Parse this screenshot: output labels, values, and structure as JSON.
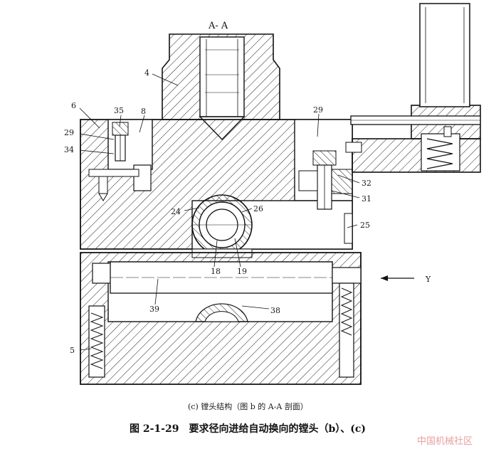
{
  "section_label": "A- A",
  "axis_label": "Y",
  "part_labels": {
    "p4": "4",
    "p6": "6",
    "p35": "35",
    "p8": "8",
    "p29_left": "29",
    "p34": "34",
    "p29_right": "29",
    "p32": "32",
    "p31": "31",
    "p24": "24",
    "p26": "26",
    "p25": "25",
    "p18": "18",
    "p19": "19",
    "p39": "39",
    "p38": "38",
    "p5": "5"
  },
  "sub_caption": "(c) 镗头结构（图 b 的 A-A 剖面）",
  "figure_caption": "图 2-1-29　要求径向进给自动换向的镗头（b）、(c)",
  "watermark": "中国机械社区"
}
